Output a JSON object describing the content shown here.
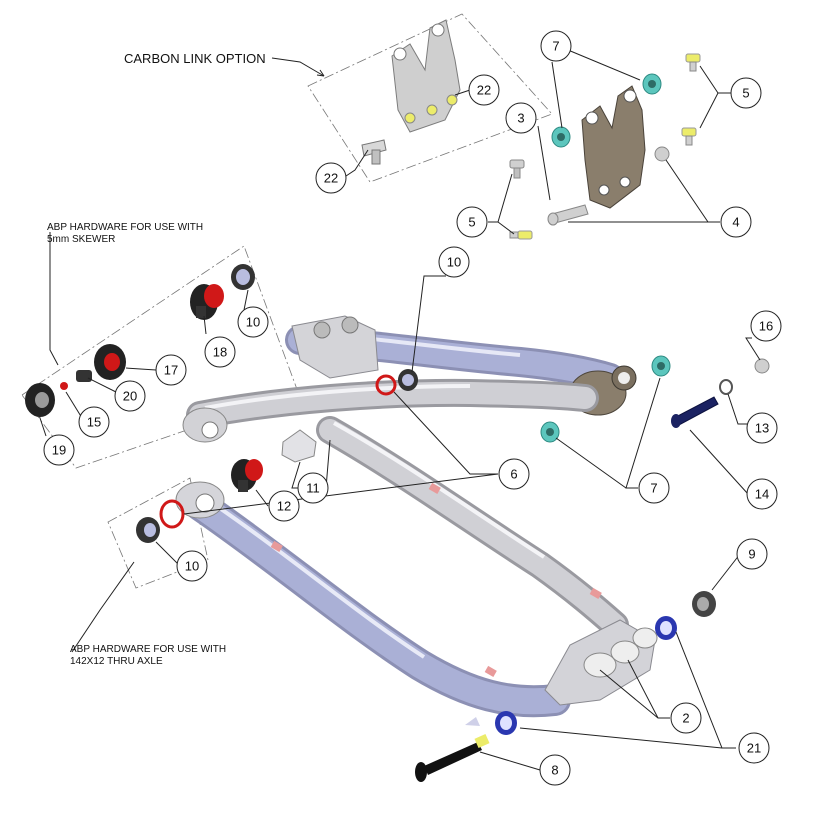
{
  "notes": {
    "carbon_link": "CARBON LINK OPTION",
    "abp_5mm_line1": "ABP HARDWARE FOR USE WITH",
    "abp_5mm_line2": "5mm SKEWER",
    "abp_142_line1": "ABP HARDWARE FOR USE WITH",
    "abp_142_line2": "142X12 THRU AXLE"
  },
  "callouts": {
    "c2": "2",
    "c3": "3",
    "c4": "4",
    "c5a": "5",
    "c5b": "5",
    "c6": "6",
    "c7a": "7",
    "c7b": "7",
    "c8": "8",
    "c9": "9",
    "c10a": "10",
    "c10b": "10",
    "c10c": "10",
    "c11": "11",
    "c12": "12",
    "c13": "13",
    "c14": "14",
    "c15": "15",
    "c16": "16",
    "c17": "17",
    "c18": "18",
    "c19": "19",
    "c20": "20",
    "c21": "21",
    "c22a": "22",
    "c22b": "22"
  },
  "colors": {
    "frame_lavender": "#aab0d6",
    "frame_silver": "#c8c8cc",
    "link_bronze": "#8a7e6c",
    "link_silver": "#c9c9c9",
    "bolt_yellow": "#ecec6a",
    "washer_teal": "#5cc6bd",
    "bearing_blue": "#2a37b0",
    "bushing_red": "#d01818",
    "axle_black": "#111111",
    "pivot_navy": "#1b2262"
  }
}
